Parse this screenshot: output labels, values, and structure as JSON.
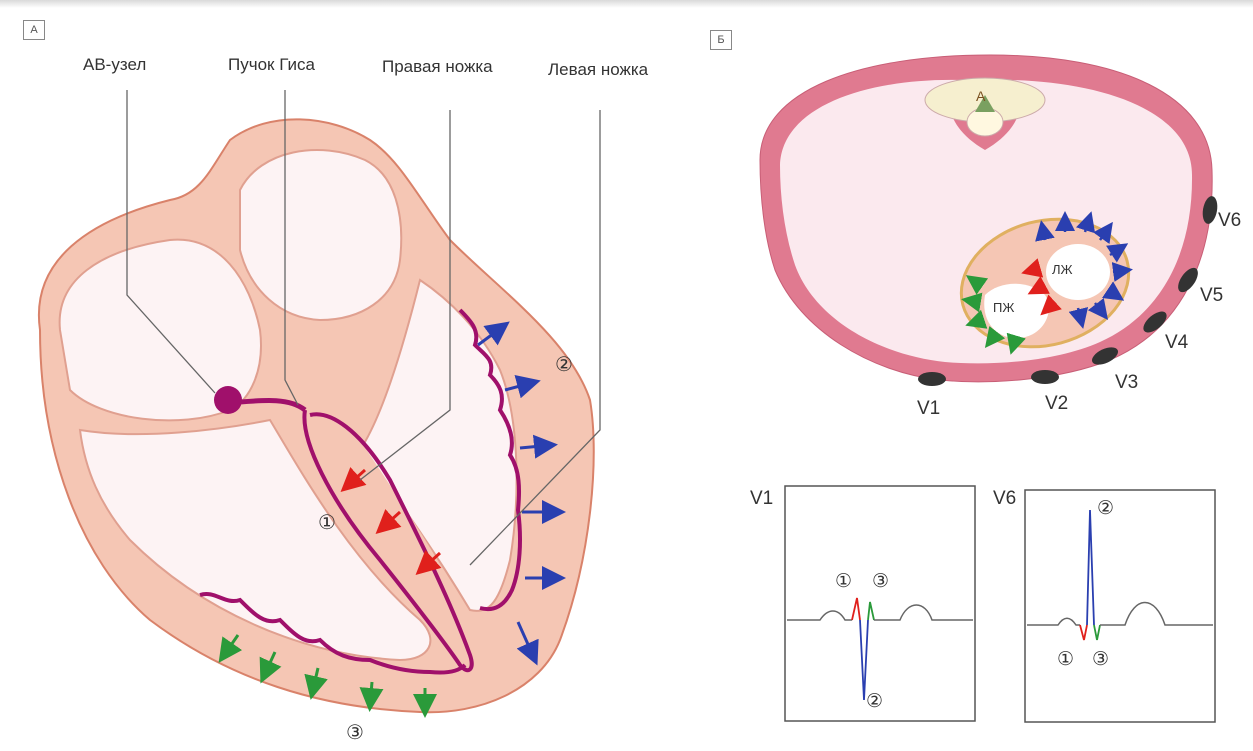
{
  "panels": {
    "a": "А",
    "b": "Б"
  },
  "labels": {
    "av_node": "АВ-узел",
    "his_bundle": "Пучок Гиса",
    "right_branch": "Правая ножка",
    "left_branch": "Левая ножка"
  },
  "markers": {
    "one": "①",
    "two": "②",
    "three": "③"
  },
  "cross_section": {
    "rv": "ПЖ",
    "lv": "ЛЖ",
    "vertebra": "А"
  },
  "leads": {
    "v1": "V1",
    "v2": "V2",
    "v3": "V3",
    "v4": "V4",
    "v5": "V5",
    "v6": "V6"
  },
  "ecg": {
    "left_lead": "V1",
    "right_lead": "V6"
  },
  "colors": {
    "myocardium": "#f5c6b4",
    "myocardium_stroke": "#d9826a",
    "conduction": "#a0106b",
    "arrow_red": "#e0201c",
    "arrow_blue": "#2a3fb0",
    "arrow_green": "#2a9a3a",
    "chest_wall": "#e07a90",
    "chest_fill": "#fbe9ee"
  }
}
